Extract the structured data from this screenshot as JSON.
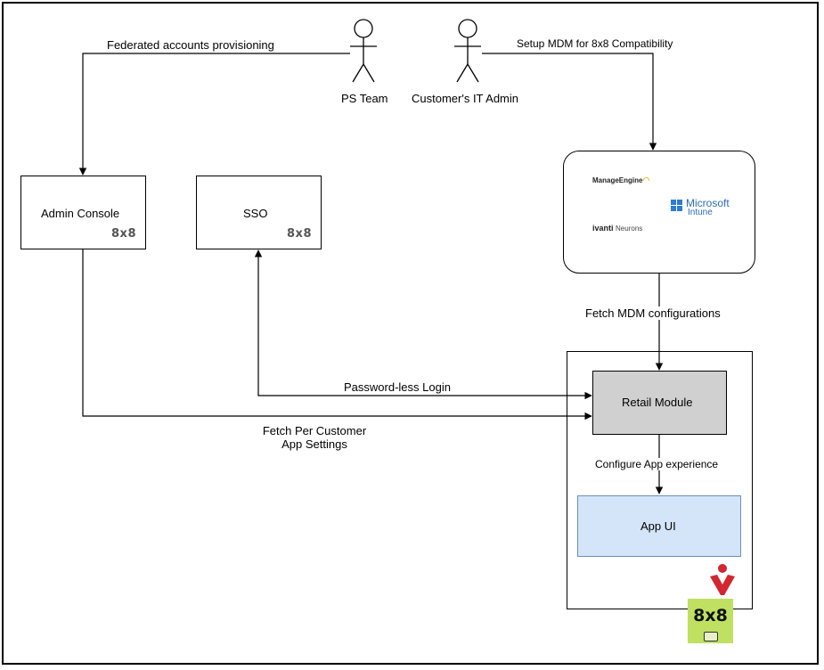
{
  "actors": {
    "ps_team": "PS Team",
    "it_admin": "Customer's IT Admin"
  },
  "edges": {
    "federated": "Federated accounts provisioning",
    "setup_mdm": "Setup MDM for 8x8 Compatibility",
    "fetch_mdm": "Fetch MDM configurations",
    "passwordless": "Password-less Login",
    "fetch_settings_line1": "Fetch Per Customer",
    "fetch_settings_line2": "App Settings",
    "configure_app": "Configure App experience"
  },
  "nodes": {
    "admin_console": "Admin Console",
    "admin_console_brand": "8x8",
    "sso": "SSO",
    "sso_brand": "8x8",
    "retail_module": "Retail Module",
    "app_ui": "App UI"
  },
  "mdm_logos": {
    "manage_engine": "ManageEngine",
    "intune_line1": "Microsoft",
    "intune_line2": "Intune",
    "ivanti": "ivanti",
    "neurons": "Neurons"
  },
  "brand_badge": "8x8",
  "colors": {
    "retail_fill": "#d0d0d0",
    "app_ui_fill": "#d4e4f9",
    "app_ui_border": "#6c8ebf",
    "badge_bg": "#bfe060",
    "logo_red": "#d22630"
  }
}
